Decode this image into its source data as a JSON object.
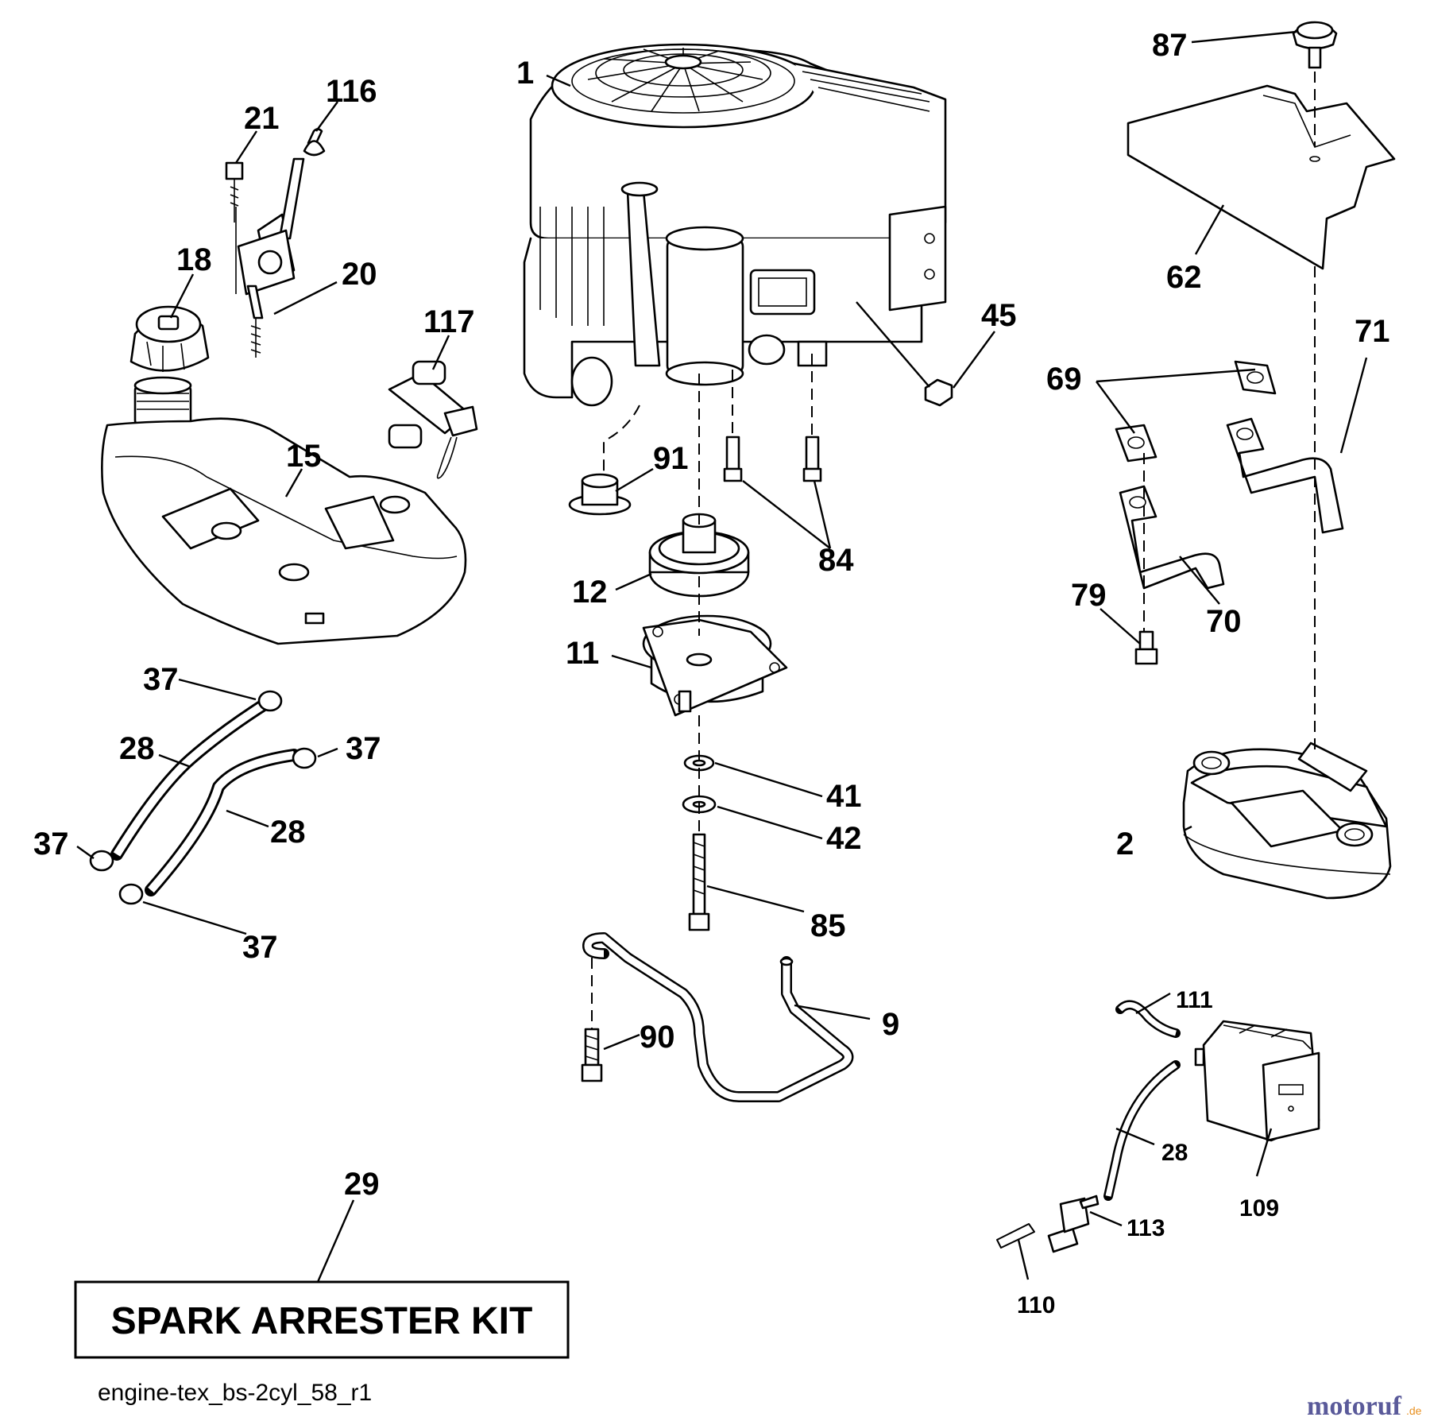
{
  "labels": {
    "p1": "1",
    "p116": "116",
    "p21": "21",
    "p18": "18",
    "p20": "20",
    "p117": "117",
    "p15": "15",
    "p91": "91",
    "p84": "84",
    "p12": "12",
    "p11": "11",
    "p45": "45",
    "p87": "87",
    "p62": "62",
    "p69": "69",
    "p71": "71",
    "p79": "79",
    "p70": "70",
    "p37a": "37",
    "p28a": "28",
    "p37b": "37",
    "p37c": "37",
    "p28b": "28",
    "p37d": "37",
    "p41": "41",
    "p42": "42",
    "p85": "85",
    "p2": "2",
    "p9": "9",
    "p90": "90",
    "p111": "111",
    "p28c": "28",
    "p109": "109",
    "p113": "113",
    "p110": "110",
    "p29": "29"
  },
  "kit_title": "SPARK ARRESTER KIT",
  "diagram_id": "engine-tex_bs-2cyl_58_r1",
  "watermark": {
    "text": "motoruf",
    "suffix": ".de",
    "color": "#5a5a9a",
    "accent": "#e89020"
  }
}
